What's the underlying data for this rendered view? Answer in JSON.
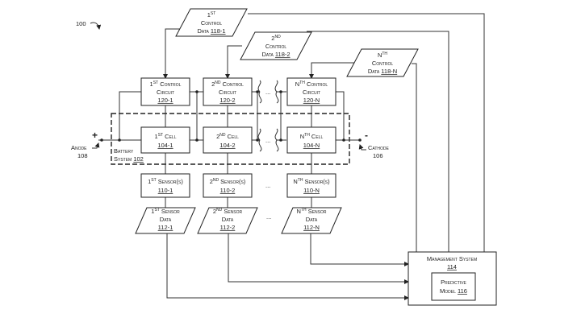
{
  "figure_label": "100",
  "control_data": [
    {
      "ordinal": "1",
      "sup": "ST",
      "line1": "Control",
      "line2": "Data",
      "ref": "118-1"
    },
    {
      "ordinal": "2",
      "sup": "ND",
      "line1": "Control",
      "line2": "Data",
      "ref": "118-2"
    },
    {
      "ordinal": "N",
      "sup": "TH",
      "line1": "Control",
      "line2": "Data",
      "ref": "118-N"
    }
  ],
  "control_circuits": [
    {
      "ordinal": "1",
      "sup": "ST",
      "line1": "Control",
      "line2": "Circuit",
      "ref": "120-1"
    },
    {
      "ordinal": "2",
      "sup": "ND",
      "line1": "Control",
      "line2": "Circuit",
      "ref": "120-2"
    },
    {
      "ordinal": "N",
      "sup": "TH",
      "line1": "Control",
      "line2": "Circuit",
      "ref": "120-N"
    }
  ],
  "cells": [
    {
      "ordinal": "1",
      "sup": "ST",
      "line1": "Cell",
      "ref": "104-1"
    },
    {
      "ordinal": "2",
      "sup": "ND",
      "line1": "Cell",
      "ref": "104-2"
    },
    {
      "ordinal": "N",
      "sup": "TH",
      "line1": "Cell",
      "ref": "104-N"
    }
  ],
  "sensors": [
    {
      "ordinal": "1",
      "sup": "ST",
      "line1": "Sensor(s)",
      "ref": "110-1"
    },
    {
      "ordinal": "2",
      "sup": "ND",
      "line1": "Sensor(s)",
      "ref": "110-2"
    },
    {
      "ordinal": "N",
      "sup": "TH",
      "line1": "Sensor(s)",
      "ref": "110-N"
    }
  ],
  "sensor_data": [
    {
      "ordinal": "1",
      "sup": "ST",
      "line1": "Sensor",
      "line2": "Data",
      "ref": "112-1"
    },
    {
      "ordinal": "2",
      "sup": "ND",
      "line1": "Sensor",
      "line2": "Data",
      "ref": "112-2"
    },
    {
      "ordinal": "N",
      "sup": "TH",
      "line1": "Sensor",
      "line2": "Data",
      "ref": "112-N"
    }
  ],
  "battery_system": {
    "line1": "Battery",
    "line2": "System",
    "ref": "102"
  },
  "anode": {
    "sign": "+",
    "label": "Anode",
    "ref": "108"
  },
  "cathode": {
    "sign": "-",
    "label": "Cathode",
    "ref": "106"
  },
  "management_system": {
    "label": "Management System",
    "ref": "114"
  },
  "predictive_model": {
    "line1": "Predictive",
    "line2": "Model",
    "ref": "116"
  },
  "ellipsis": "..."
}
